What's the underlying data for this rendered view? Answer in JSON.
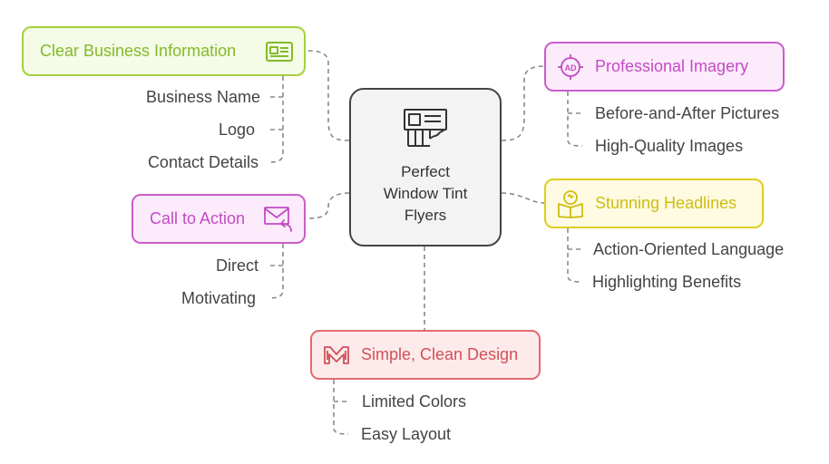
{
  "center": {
    "line1": "Perfect",
    "line2": "Window Tint",
    "line3": "Flyers",
    "icon": "flyer-icon"
  },
  "branches": {
    "business_info": {
      "label": "Clear Business Information",
      "icon": "id-card-icon",
      "items": [
        "Business Name",
        "Logo",
        "Contact Details"
      ]
    },
    "imagery": {
      "label": "Professional Imagery",
      "icon": "ad-target-icon",
      "items": [
        "Before-and-After Pictures",
        "High-Quality Images"
      ]
    },
    "cta": {
      "label": "Call to Action",
      "icon": "mail-reply-icon",
      "items": [
        "Direct",
        "Motivating"
      ]
    },
    "headlines": {
      "label": "Stunning Headlines",
      "icon": "reader-book-icon",
      "items": [
        "Action-Oriented Language",
        "Highlighting Benefits"
      ]
    },
    "design": {
      "label": "Simple, Clean Design",
      "icon": "layered-m-icon",
      "items": [
        "Limited Colors",
        "Easy Layout"
      ]
    }
  },
  "colors": {
    "green": "#a6d13e",
    "purple": "#c85ec9",
    "yellow": "#dfcd1f",
    "red": "#e06b72",
    "connector": "#888888"
  }
}
